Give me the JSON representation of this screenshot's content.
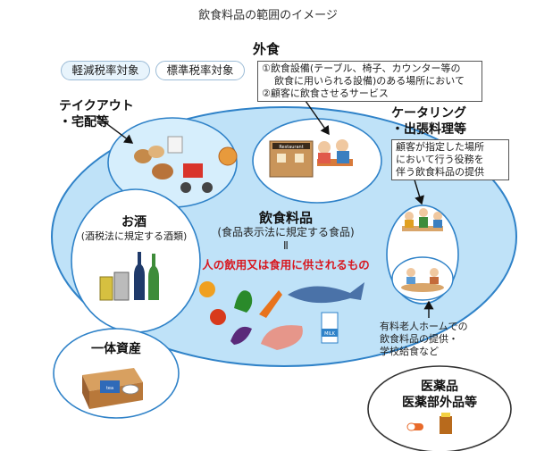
{
  "title": "飲食料品の範囲のイメージ",
  "legend": {
    "reduced": "軽減税率対象",
    "standard": "標準税率対象"
  },
  "gaishoku": {
    "heading": "外食",
    "line1": "①飲食設備(テーブル、椅子、カウンター等の",
    "line2": "飲食に用いられる設備)のある場所において",
    "line3": "②顧客に飲食させるサービス"
  },
  "takeout": {
    "line1": "テイクアウト",
    "line2": "・宅配等"
  },
  "catering": {
    "line1": "ケータリング",
    "line2": "・出張料理等",
    "box1": "顧客が指定した場所",
    "box2": "において行う役務を",
    "box3": "伴う飲食料品の提供"
  },
  "center": {
    "heading": "飲食料品",
    "sub": "(食品表示法に規定する食品)",
    "equals": "Ⅱ",
    "def": "人の飲用又は食用に供されるもの"
  },
  "alcohol": {
    "heading": "お酒",
    "sub": "(酒税法に規定する酒類)"
  },
  "nursing": {
    "line1": "有料老人ホームでの",
    "line2": "飲食料品の提供・",
    "line3": "学校給食など"
  },
  "ittai": {
    "heading": "一体資産"
  },
  "medicine": {
    "line1": "医薬品",
    "line2": "医薬部外品等"
  },
  "illustrations": {
    "restaurant_sign": "Restaurant",
    "milk_label": "MILK",
    "tea_label": "tea"
  },
  "colors": {
    "big_ellipse_fill": "#bfe2f8",
    "big_ellipse_stroke": "#2f82c8",
    "inner_fill": "#ffffff",
    "legend_fill": "#e8f4fc",
    "accent_red": "#d8171f"
  }
}
